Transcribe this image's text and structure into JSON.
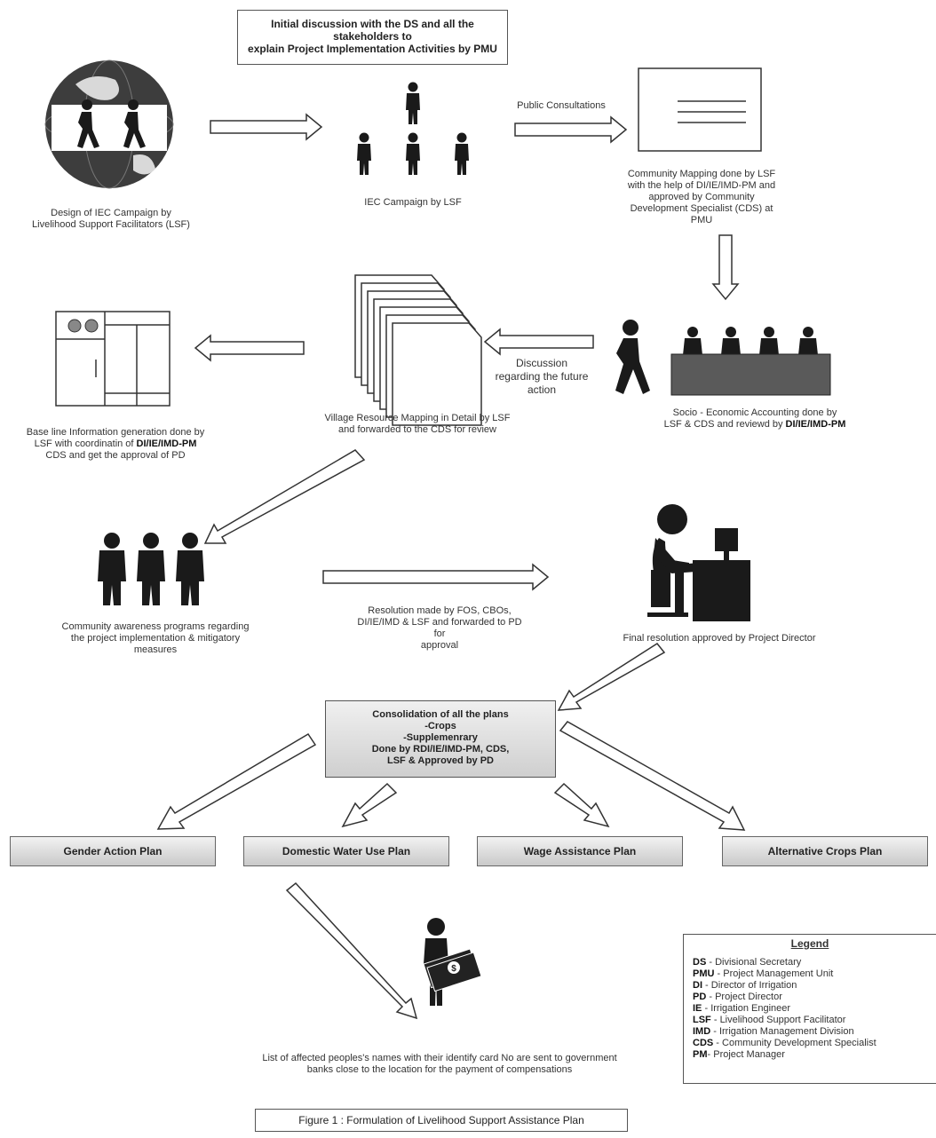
{
  "top_box": {
    "line1": "Initial discussion with the DS and all the",
    "line2": "stakeholders to",
    "line3": "explain Project Implementation Activities by PMU"
  },
  "captions": {
    "iec_design_1": "Design of IEC Campaign by",
    "iec_design_2": "Livelihood Support Facilitators (LSF)",
    "iec_campaign": "IEC Campaign by LSF",
    "public_consultations": "Public Consultations",
    "community_mapping_1": "Community Mapping done by LSF",
    "community_mapping_2": "with the help of DI/IE/IMD-PM and",
    "community_mapping_3": "approved by Community",
    "community_mapping_4": "Development Specialist (CDS) at",
    "community_mapping_5": "PMU",
    "discussion_1": "Discussion",
    "discussion_2": "regarding the future",
    "discussion_3": "action",
    "socio_1": "Socio - Economic Accounting done by",
    "socio_2a": "LSF & CDS and reviewd by ",
    "socio_2b": "DI/IE/IMD-PM",
    "village_1": "Village Resource Mapping in Detail by LSF",
    "village_2": "and forwarded to the CDS for review",
    "baseline_1": "Base line Information generation done by",
    "baseline_2a": "LSF with coordinatin of ",
    "baseline_2b": "DI/IE/IMD-PM",
    "baseline_3": "CDS and get  the approval of PD",
    "awareness_1": "Community awareness programs regarding",
    "awareness_2": "the project implementation & mitigatory",
    "awareness_3": "measures",
    "resolution_1": "Resolution made by FOS, CBOs,",
    "resolution_2": "DI/IE/IMD & LSF and forwarded to PD",
    "resolution_3": "for",
    "resolution_4": "approval",
    "final_resolution": "Final resolution approved by Project Director",
    "list_1": "List of affected peoples's names with their identify card No are sent to government",
    "list_2": "banks close to the location for the payment  of compensations"
  },
  "consolidation": {
    "line1": "Consolidation of all the plans",
    "line2": "-Crops",
    "line3": "-Supplemenrary",
    "line4": "Done by RDI/IE/IMD-PM, CDS,",
    "line5": "LSF & Approved by PD"
  },
  "plans": [
    "Gender Action Plan",
    "Domestic Water Use Plan",
    "Wage Assistance Plan",
    "Alternative Crops Plan"
  ],
  "legend": {
    "title": "Legend",
    "items": [
      {
        "abbr": "DS",
        "sep": " - ",
        "desc": "Divisional Secretary"
      },
      {
        "abbr": "PMU",
        "sep": " - ",
        "desc": "Project Management Unit"
      },
      {
        "abbr": "DI",
        "sep": " - ",
        "desc": "Director of Irrigation"
      },
      {
        "abbr": "PD",
        "sep": " - ",
        "desc": "Project Director"
      },
      {
        "abbr": "IE",
        "sep": " - ",
        "desc": "Irrigation Engineer"
      },
      {
        "abbr": "LSF",
        "sep": " - ",
        "desc": "Livelihood Support Facilitator"
      },
      {
        "abbr": "IMD",
        "sep": " - ",
        "desc": "Irrigation Management Division"
      },
      {
        "abbr": "CDS",
        "sep": " - ",
        "desc": "Community Development Specialist"
      },
      {
        "abbr": "PM",
        "sep": "- ",
        "desc": "Project Manager"
      }
    ]
  },
  "figure_caption": "Figure 1 : Formulation of Livelihood Support Assistance Plan",
  "colors": {
    "icon": "#1a1a1a",
    "table": "#5a5a5a",
    "arrow_stroke": "#333333"
  }
}
